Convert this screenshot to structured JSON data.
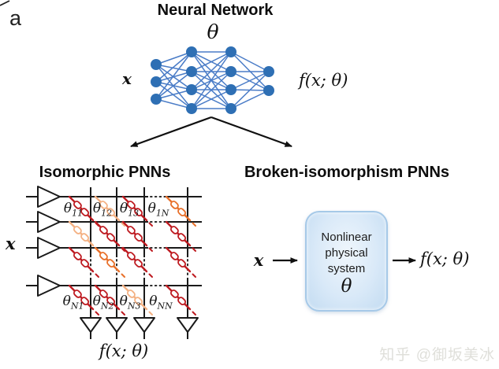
{
  "panel_label": "a",
  "colors": {
    "node_blue": "#2E6FB4",
    "edge_blue": "#4A7CC7",
    "line_black": "#1A1A1A",
    "memristor_darkred": "#BE1B21",
    "memristor_orange": "#E8702A",
    "memristor_peach": "#F4B183",
    "box_fill": "#D9E9F8",
    "box_border": "#A6C9E8",
    "watermark_gray": "#DFDFDA"
  },
  "neural_network": {
    "title": "Neural Network",
    "theta": "θ",
    "input_label": "x",
    "output_label": "f(x; θ)"
  },
  "isomorphic": {
    "heading": "Isomorphic PNNs",
    "input_label": "x",
    "output_label": "f(x; θ)",
    "top_labels": [
      {
        "base": "θ",
        "sub": "11"
      },
      {
        "base": "θ",
        "sub": "12"
      },
      {
        "base": "θ",
        "sub": "13"
      },
      {
        "base": "θ",
        "sub": "1N"
      }
    ],
    "bottom_labels": [
      {
        "base": "θ",
        "sub": "N1"
      },
      {
        "base": "θ",
        "sub": "N2"
      },
      {
        "base": "θ",
        "sub": "N3"
      },
      {
        "base": "θ",
        "sub": "NN"
      }
    ],
    "memristor_grid": [
      [
        "darkred",
        "peach",
        "darkred",
        "orange"
      ],
      [
        "peach",
        "darkred",
        "darkred",
        "darkred"
      ],
      [
        "darkred",
        "orange",
        "darkred",
        "darkred"
      ],
      [
        "darkred",
        "darkred",
        "peach",
        "darkred"
      ]
    ]
  },
  "broken": {
    "heading": "Broken-isomorphism PNNs",
    "input_label": "x",
    "box_lines": [
      "Nonlinear",
      "physical",
      "system"
    ],
    "box_theta": "θ",
    "output_label": "f(x; θ)"
  },
  "watermark": "知乎 @御坂美冰"
}
